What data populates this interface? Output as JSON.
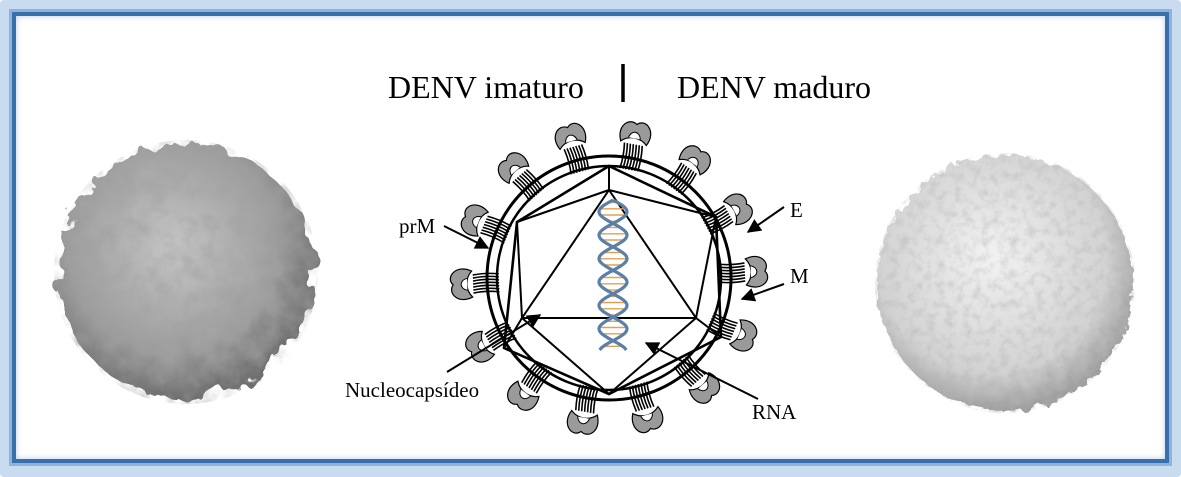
{
  "titles": {
    "immature": "DENV imaturo",
    "mature": "DENV maduro"
  },
  "labels": {
    "prM": "prM",
    "E": "E",
    "M": "M",
    "nucleocapsid": "Nucleocapsídeo",
    "rna": "RNA"
  },
  "colors": {
    "frame": "#3a6fad",
    "frame_glow": "#8fb3dc",
    "virus_gray": "#9a9a9a",
    "rna_blue": "#5a7fa8",
    "rna_orange": "#e0a050"
  }
}
